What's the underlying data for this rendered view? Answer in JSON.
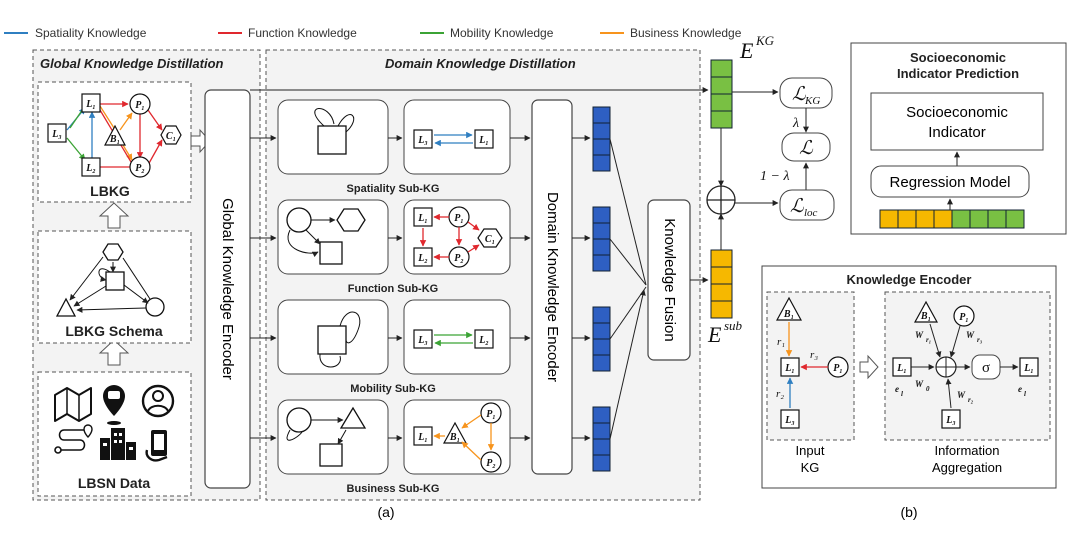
{
  "legend": [
    {
      "label": "Spatiality Knowledge",
      "color": "#2f7fc1"
    },
    {
      "label": "Function Knowledge",
      "color": "#e0282e"
    },
    {
      "label": "Mobility Knowledge",
      "color": "#3ba335"
    },
    {
      "label": "Business Knowledge",
      "color": "#f7941d"
    }
  ],
  "panels": {
    "global_title": "Global Knowledge Distillation",
    "domain_title": "Domain Knowledge Distillation",
    "lbkg": "LBKG",
    "lbkg_schema": "LBKG Schema",
    "lbsn_data": "LBSN Data",
    "global_encoder": "Global Knowledge Encoder",
    "domain_encoder": "Domain Knowledge Encoder",
    "knowledge_fusion": "Knowledge Fusion",
    "subkgs": [
      "Spatiality Sub-KG",
      "Function Sub-KG",
      "Mobility Sub-KG",
      "Business Sub-KG"
    ]
  },
  "math": {
    "e_kg_base": "E",
    "e_kg_sup": "KG",
    "e_sub_base": "E",
    "e_sub_sup": "sub",
    "loss_kg": "ℒ",
    "loss_kg_sub": "KG",
    "loss": "ℒ",
    "loss_loc": "ℒ",
    "loss_loc_sub": "loc",
    "lambda": "λ",
    "one_minus_lambda": "1 − λ"
  },
  "socio": {
    "title_line1": "Socioeconomic",
    "title_line2": "Indicator Prediction",
    "indicator_line1": "Socioeconomic",
    "indicator_line2": "Indicator",
    "regression": "Regression Model"
  },
  "encoder": {
    "title": "Knowledge Encoder",
    "input_line1": "Input",
    "input_line2": "KG",
    "info_line1": "Information",
    "info_line2": "Aggregation",
    "sigma": "σ"
  },
  "captions": {
    "a": "(a)",
    "b": "(b)"
  },
  "nodes": {
    "L1": "L₁",
    "L2": "L₂",
    "L3": "L₃",
    "P1": "P₁",
    "P2": "P₂",
    "B1": "B₁",
    "C1": "C₁",
    "r1": "r₁",
    "r2": "r₂",
    "r3": "r₃"
  }
}
